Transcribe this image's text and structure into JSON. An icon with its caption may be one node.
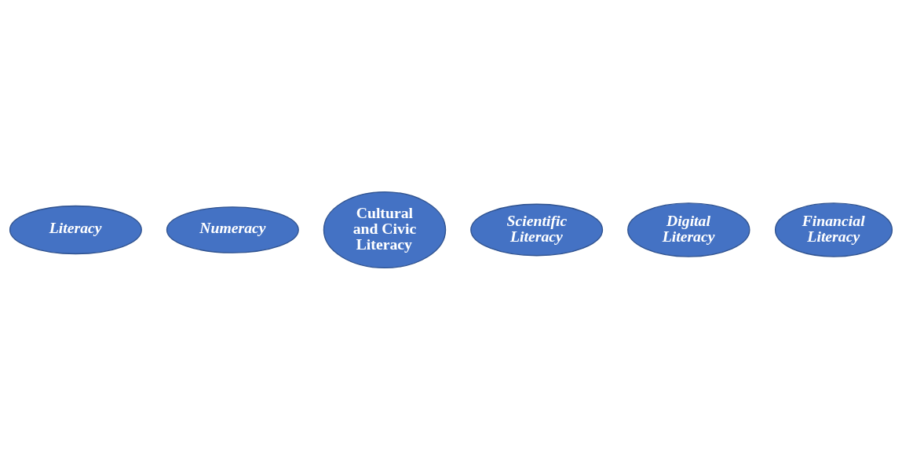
{
  "diagram": {
    "nodes": [
      {
        "text": [
          "Literacy"
        ]
      },
      {
        "text": [
          "Numeracy"
        ]
      },
      {
        "text": [
          "Cultural and Civic Literacy"
        ]
      },
      {
        "text": [
          "Scientific Literacy"
        ]
      },
      {
        "text": [
          "Digital Literacy"
        ]
      },
      {
        "text": [
          "Financial Literacy"
        ]
      }
    ]
  }
}
